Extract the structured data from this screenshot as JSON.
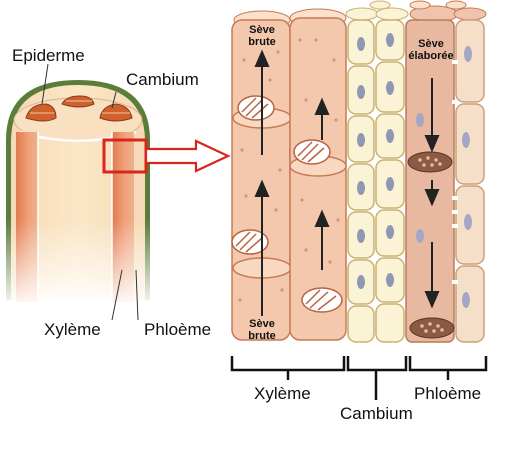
{
  "labels": {
    "epiderme": "Epiderme",
    "cambium_top": "Cambium",
    "xyleme_left": "Xylème",
    "phloeme_left": "Phloème",
    "seve_brute_top": "Sève brute",
    "seve_brute_bottom": "Sève brute",
    "seve_elaboree": "Sève élaborée",
    "xyleme_bottom": "Xylème",
    "cambium_bottom": "Cambium",
    "phloeme_bottom": "Phloème"
  },
  "colors": {
    "xylem_fill": "#f4c8ad",
    "xylem_stroke": "#c77a55",
    "cambium_fill": "#fbf3d6",
    "cambium_stroke": "#c9b070",
    "phloem_fill": "#e8b9a0",
    "epidermis_green": "#5b7d3a",
    "zoom_red": "#d9261c",
    "nucleus": "#8e97b5"
  },
  "icons": [
    "zoom-arrow-icon",
    "flow-up-arrow-icon",
    "flow-down-arrow-icon"
  ]
}
